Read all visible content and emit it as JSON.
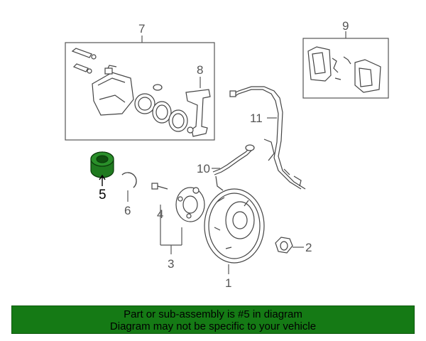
{
  "callouts": {
    "c1": "1",
    "c2": "2",
    "c3": "3",
    "c4": "4",
    "c5": "5",
    "c6": "6",
    "c7": "7",
    "c8": "8",
    "c9": "9",
    "c10": "10",
    "c11": "11"
  },
  "banner": {
    "line1": "Part or sub-assembly is #5 in diagram",
    "line2": "Diagram may not be specific to your vehicle"
  },
  "colors": {
    "highlight_part": "#1f7a1f",
    "banner_bg": "#157a15",
    "line": "#555555"
  }
}
